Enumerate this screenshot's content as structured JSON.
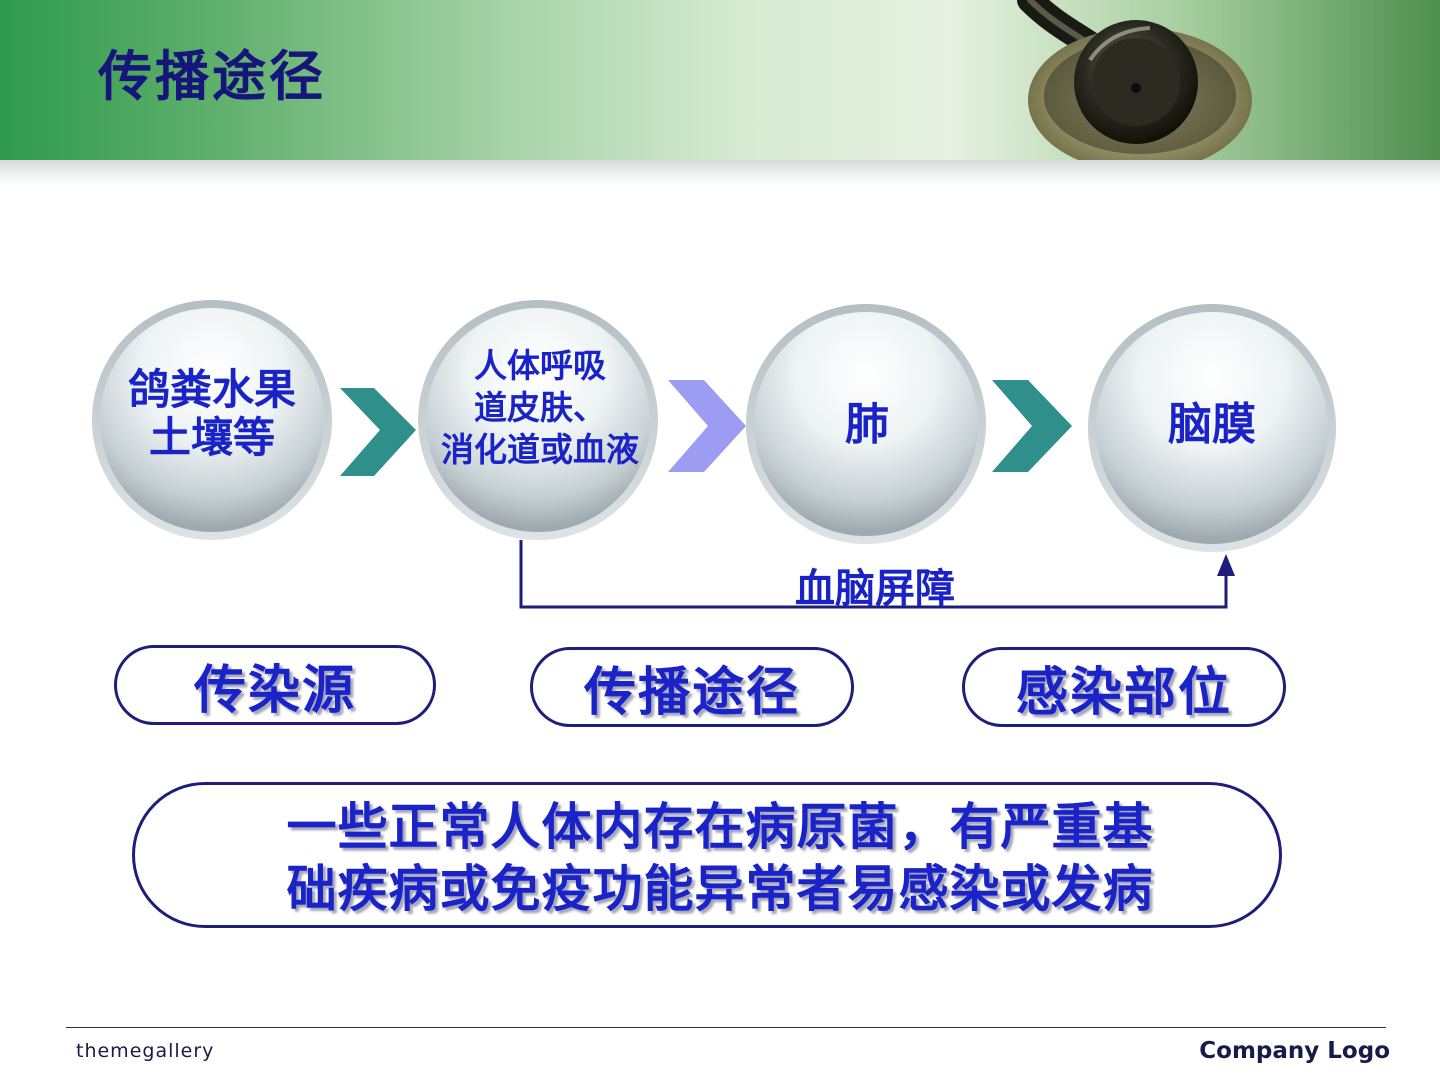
{
  "slide": {
    "title": "传播途径"
  },
  "flow": {
    "stages": [
      {
        "label": "鸽粪水果\n土壤等"
      },
      {
        "label": "人体呼吸\n道皮肤、\n消化道或血液"
      },
      {
        "label": "肺"
      },
      {
        "label": "脑膜"
      }
    ],
    "barrier_label": "血脑屏障",
    "arrow_colors": [
      "#2f8f8a",
      "#9c9cf2",
      "#2f8f8a"
    ]
  },
  "categories": [
    {
      "label": "传染源"
    },
    {
      "label": "传播途径"
    },
    {
      "label": "感染部位"
    }
  ],
  "note": {
    "text": "一些正常人体内存在病原菌，有严重基\n础疾病或免疫功能异常者易感染或发病"
  },
  "footer": {
    "left": "themegallery",
    "right": "Company Logo"
  },
  "colors": {
    "text_blue": "#1a23c8",
    "outline_navy": "#1e1e7a",
    "header_green": "#2e9a4e"
  },
  "icons": {
    "header_image": "stethoscope-icon",
    "flow_arrow": "chevron-right-icon"
  }
}
